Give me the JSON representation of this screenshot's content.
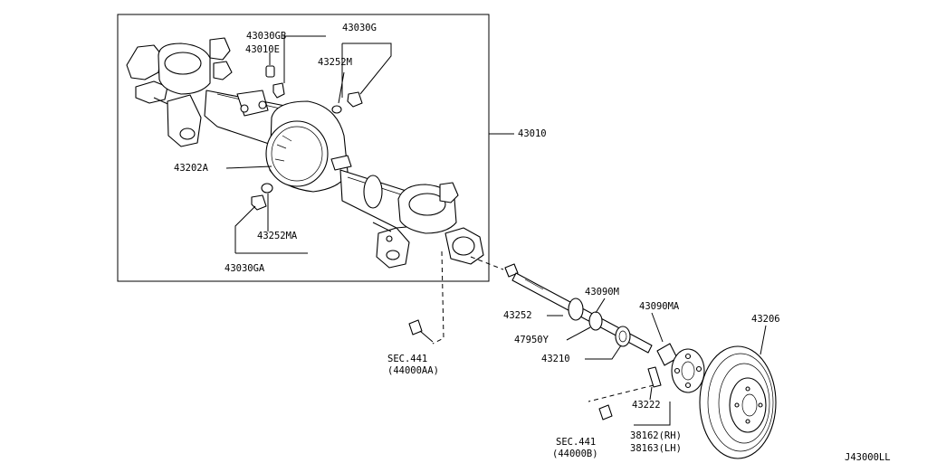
{
  "diagram": {
    "code": "J43000LL",
    "labels": {
      "p43030GB": "43030GB",
      "p43010E": "43010E",
      "p43030G": "43030G",
      "p43252M": "43252M",
      "p43010": "43010",
      "p43202A": "43202A",
      "p43252MA": "43252MA",
      "p43030GA": "43030GA",
      "p43090M": "43090M",
      "p43090MA": "43090MA",
      "p43206": "43206",
      "p43252": "43252",
      "p47950Y": "47950Y",
      "p43210": "43210",
      "p43222": "43222",
      "p38162": "38162(RH)",
      "p38163": "38163(LH)",
      "sec441a": "SEC.441",
      "sec441a_ref": "(44000AA)",
      "sec441b": "SEC.441",
      "sec441b_ref": "(44000B)"
    }
  }
}
